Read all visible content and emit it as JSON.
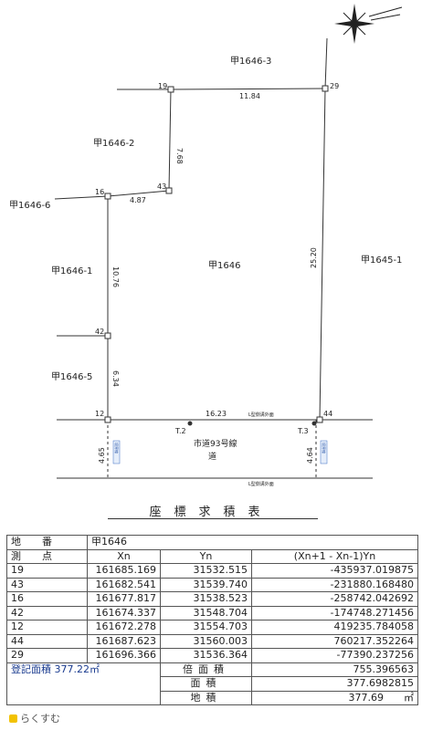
{
  "plan": {
    "parcels": {
      "north": "甲1646-3",
      "west_upper": "甲1646-2",
      "west_tip": "甲1646-6",
      "west_mid": "甲1646-1",
      "west_lower": "甲1646-5",
      "center": "甲1646",
      "east": "甲1645-1"
    },
    "points": [
      "19",
      "29",
      "43",
      "16",
      "42",
      "12",
      "44"
    ],
    "distances": {
      "d19_29": "11.84",
      "d19_43": "7.68",
      "d16_43": "4.87",
      "d16_42": "10.76",
      "d42_12": "6.34",
      "d29_44": "25.20",
      "d12_44": "16.23",
      "road_w_left": "4.65",
      "road_w_right": "4.64"
    },
    "road": {
      "name_line1": "市道93号線",
      "name_line2": "道",
      "t2": "T.2",
      "t3": "T.3",
      "gutter_top": "L型側溝外面",
      "gutter_bottom": "L型側溝外面",
      "tag_left": "境界線",
      "tag_right": "境界線"
    }
  },
  "table": {
    "title": "座標求積表",
    "lot_label": "地　番",
    "lot_value": "甲1646",
    "headers": [
      "測　点",
      "Xn",
      "Yn",
      "(Xn+1 - Xn-1)Yn"
    ],
    "rows": [
      [
        "19",
        "161685.169",
        "31532.515",
        "-435937.019875"
      ],
      [
        "43",
        "161682.541",
        "31539.740",
        "-231880.168480"
      ],
      [
        "16",
        "161677.817",
        "31538.523",
        "-258742.042692"
      ],
      [
        "42",
        "161674.337",
        "31548.704",
        "-174748.271456"
      ],
      [
        "12",
        "161672.278",
        "31554.703",
        "419235.784058"
      ],
      [
        "44",
        "161687.623",
        "31560.003",
        "760217.352264"
      ],
      [
        "29",
        "161696.366",
        "31536.364",
        "-77390.237256"
      ]
    ],
    "registered_label": "登記面積",
    "registered_value": "377.22㎡",
    "double_area_label": "倍面積",
    "double_area_value": "755.396563",
    "area_label": "面積",
    "area_value": "377.6982815",
    "land_area_label": "地積",
    "land_area_value": "377.69",
    "unit": "㎡"
  },
  "watermark": "らくすむ"
}
